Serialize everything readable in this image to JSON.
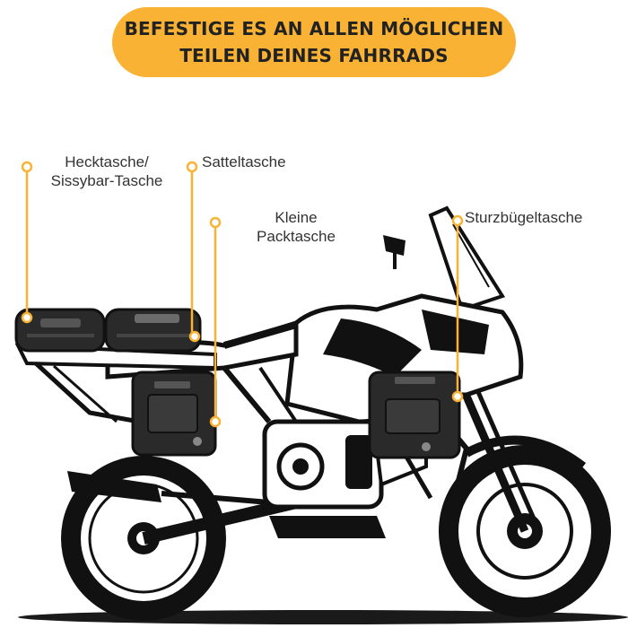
{
  "banner": {
    "line1": "BEFESTIGE ES AN ALLEN MÖGLICHEN",
    "line2": "TEILEN DEINES FAHRRADS"
  },
  "callouts": {
    "heck": {
      "line1": "Hecktasche/",
      "line2": "Sissybar-Tasche"
    },
    "sattel": {
      "line1": "Satteltasche"
    },
    "klein": {
      "line1": "Kleine",
      "line2": "Packtasche"
    },
    "sturz": {
      "line1": "Sturzbügeltasche"
    }
  },
  "colors": {
    "accent": "#f9b233",
    "ink": "#111111",
    "bag": "#2a2a2a"
  },
  "icons": [
    "motorcycle-illustration"
  ]
}
